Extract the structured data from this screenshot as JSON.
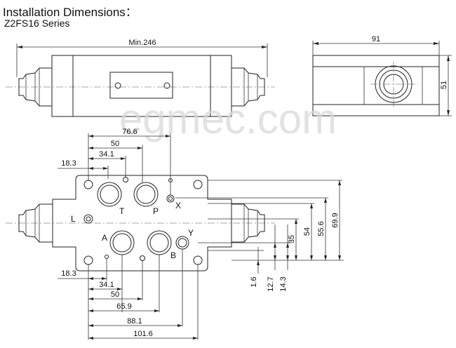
{
  "header": {
    "title": "Installation Dimensions：",
    "subtitle": "Z2FS16 Series"
  },
  "watermark": "egmec.com",
  "top_view": {
    "min_length": "Min.246"
  },
  "side_view": {
    "width": "91",
    "height": "51"
  },
  "front_view": {
    "ports": {
      "T": "T",
      "P": "P",
      "X": "X",
      "L": "L",
      "A": "A",
      "B": "B",
      "Y": "Y"
    },
    "top_dims": [
      "76.6",
      "50",
      "34.1",
      "18.3"
    ],
    "bottom_dims": [
      "18.3",
      "34.1",
      "50",
      "65.9",
      "88.1",
      "101.6"
    ],
    "right_dims": [
      "69.9",
      "55.6",
      "54",
      "35"
    ],
    "low_right_dims": [
      "1.6",
      "12.7",
      "14.3"
    ]
  },
  "colors": {
    "line": "#222222",
    "watermark": "#d8d8d8"
  }
}
